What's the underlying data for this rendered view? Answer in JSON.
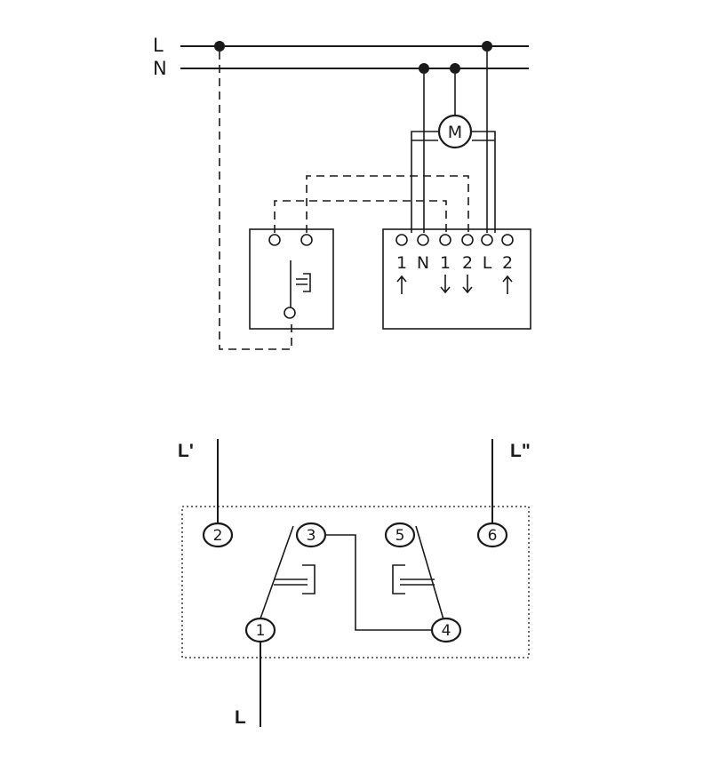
{
  "top_diagram": {
    "rails": [
      "L",
      "N"
    ],
    "motor_label": "M",
    "terminal_labels": [
      "1",
      "N",
      "1",
      "2",
      "L",
      "2"
    ],
    "terminal_arrows": [
      "up",
      "none",
      "down",
      "down",
      "none",
      "up"
    ]
  },
  "bottom_diagram": {
    "wire_labels": {
      "left_top": "L'",
      "right_top": "L\"",
      "bottom": "L"
    },
    "terminals": [
      "1",
      "2",
      "3",
      "4",
      "5",
      "6"
    ]
  }
}
